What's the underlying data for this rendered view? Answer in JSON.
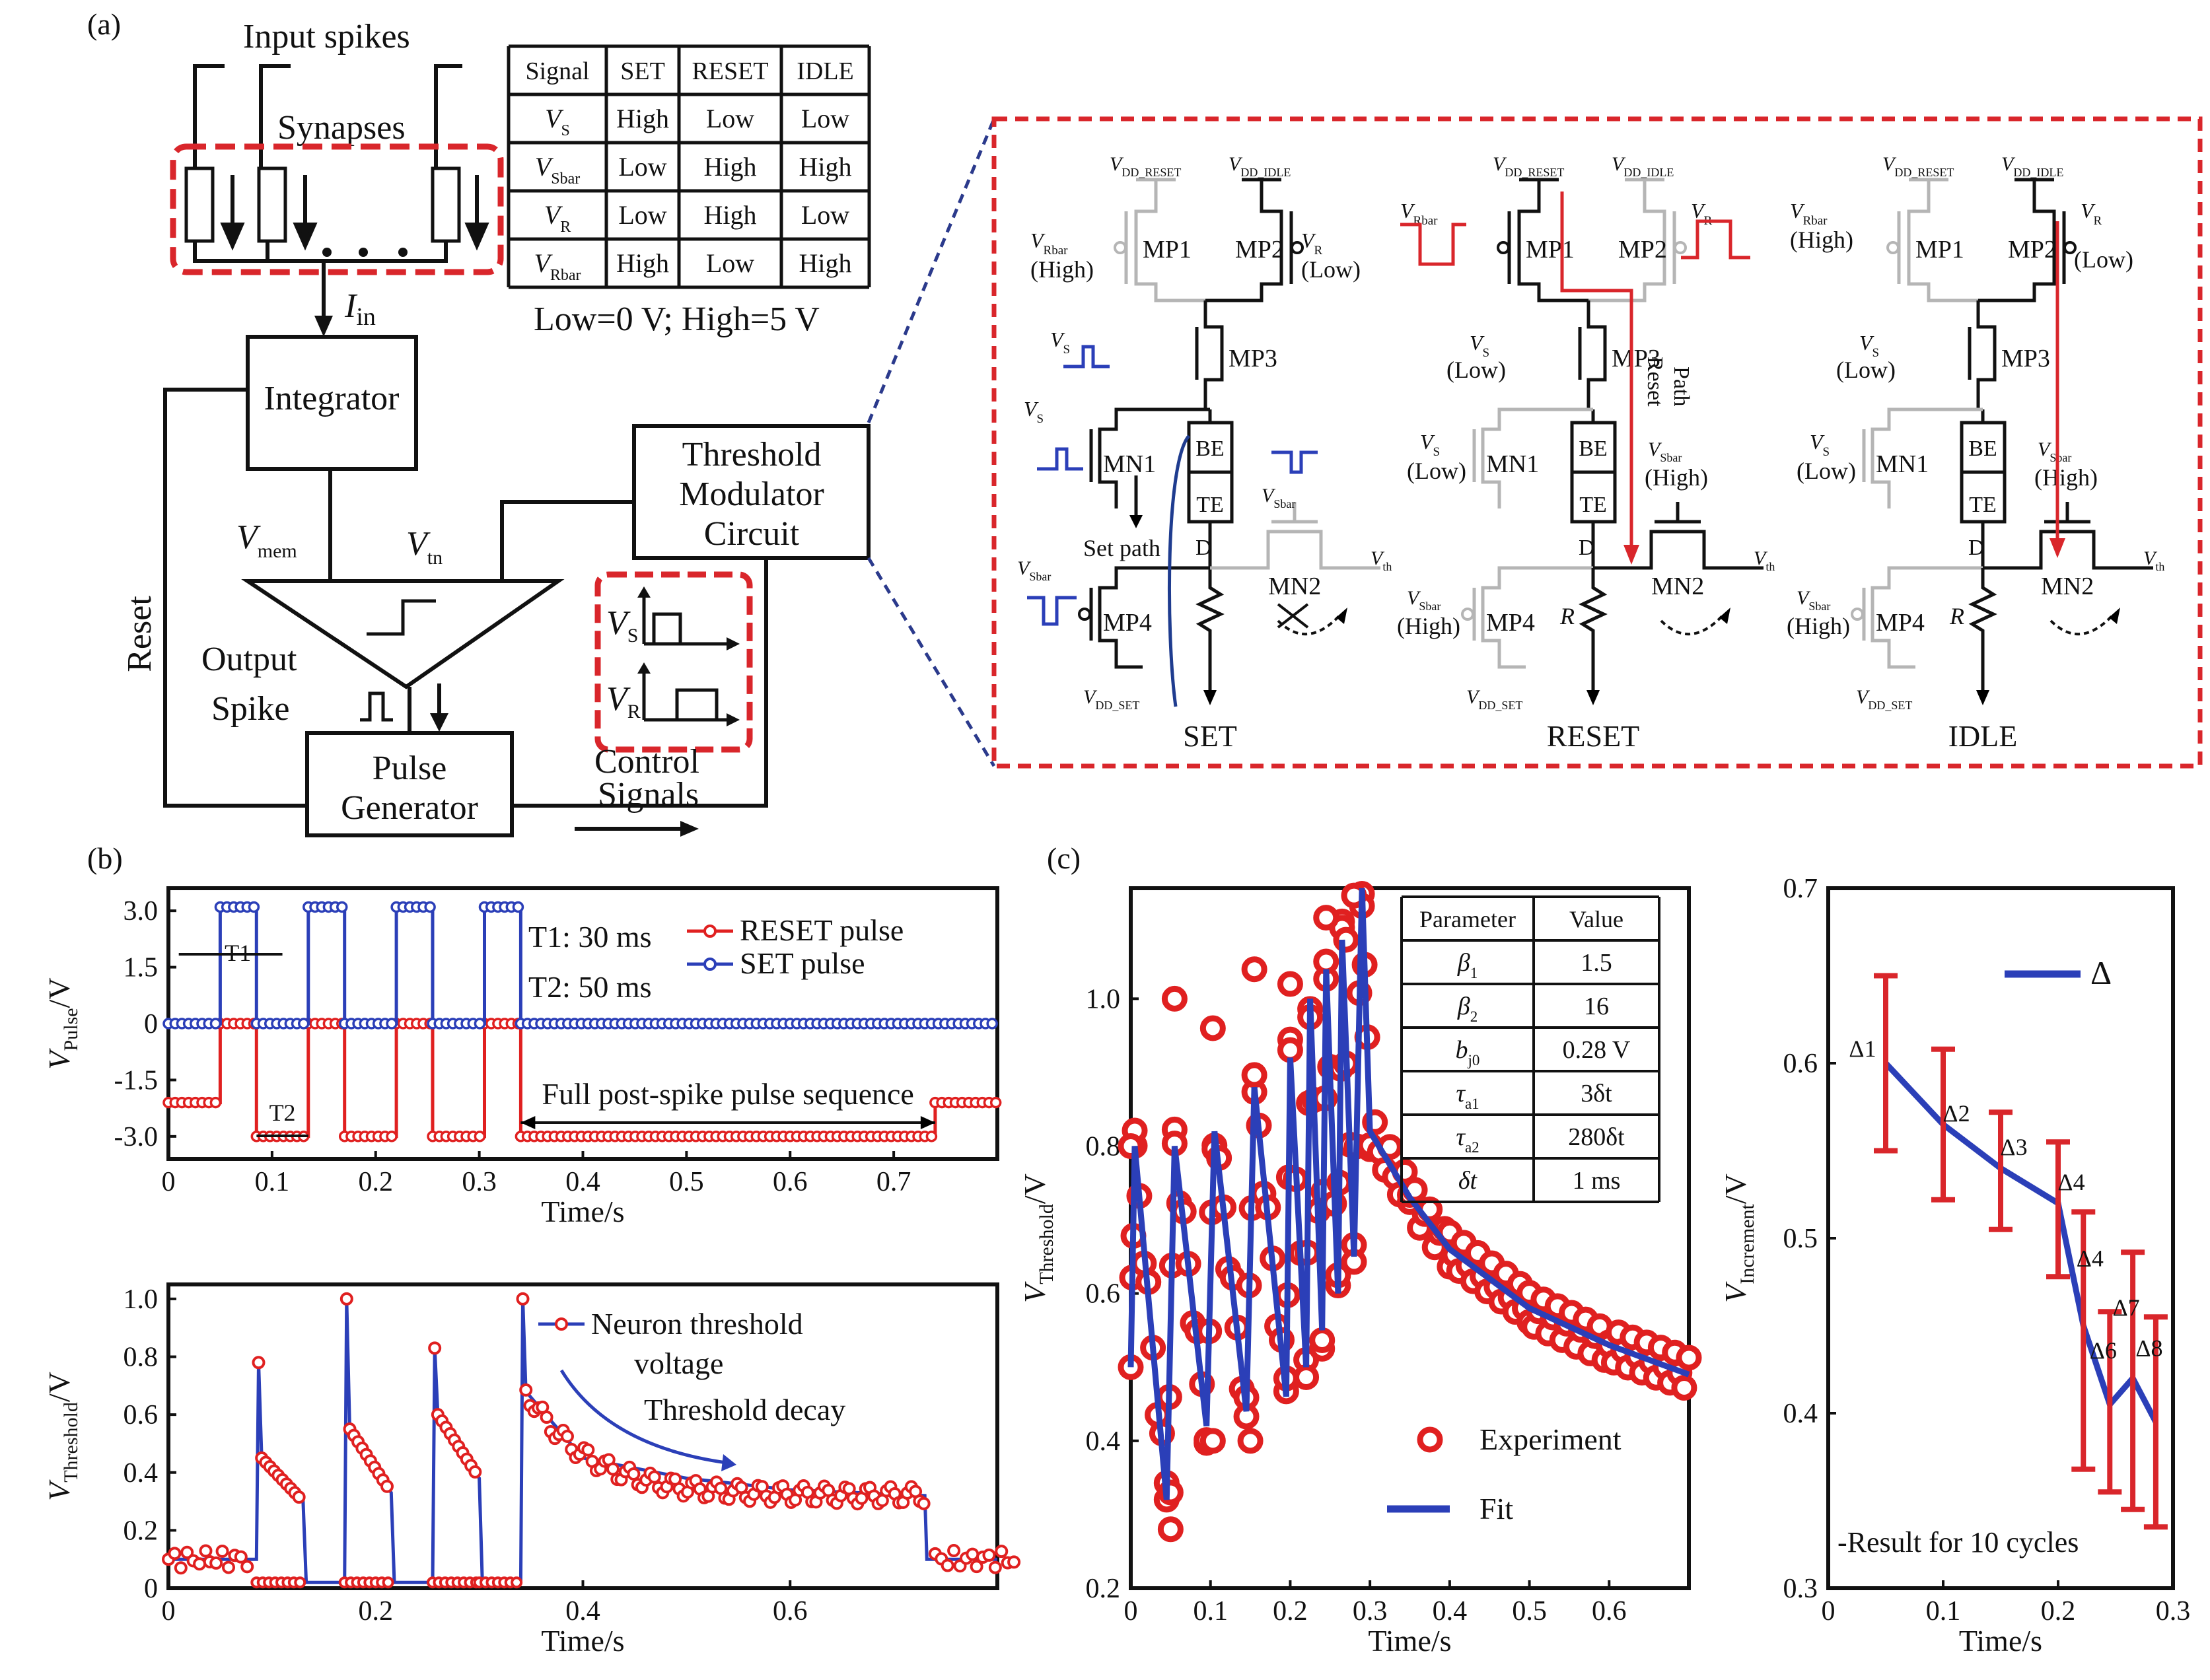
{
  "panel_labels": {
    "a": "(a)",
    "b": "(b)",
    "c": "(c)"
  },
  "block": {
    "input_spikes": "Input spikes",
    "synapses": "Synapses",
    "iin": "I",
    "iin_sub": "in",
    "integrator": "Integrator",
    "threshold_modulator": [
      "Threshold",
      "Modulator",
      "Circuit"
    ],
    "vmem": "V",
    "vmem_sub": "mem",
    "vtn": "V",
    "vtn_sub": "tn",
    "reset": "Reset",
    "output_spike": [
      "Output",
      "Spike"
    ],
    "pulse_generator": [
      "Pulse",
      "Generator"
    ],
    "control_signals": [
      "Control",
      "Signals"
    ],
    "vs": "V",
    "vs_sub": "S",
    "vr": "V",
    "vr_sub": "R",
    "legend_note": "Low=0 V; High=5 V"
  },
  "signal_table": {
    "headers": [
      "Signal",
      "SET",
      "RESET",
      "IDLE"
    ],
    "rows": [
      {
        "sig": "V",
        "sub": "S",
        "vals": [
          "High",
          "Low",
          "Low"
        ]
      },
      {
        "sig": "V",
        "sub": "Sbar",
        "vals": [
          "Low",
          "High",
          "High"
        ]
      },
      {
        "sig": "V",
        "sub": "R",
        "vals": [
          "Low",
          "High",
          "Low"
        ]
      },
      {
        "sig": "V",
        "sub": "Rbar",
        "vals": [
          "High",
          "Low",
          "High"
        ]
      }
    ]
  },
  "circuits": {
    "titles": [
      "SET",
      "RESET",
      "IDLE"
    ],
    "vdd_reset": "V",
    "vdd_reset_sub": "DD_RESET",
    "vdd_idle_sub": "DD_IDLE",
    "vdd_set_sub": "DD_SET",
    "mp1": "MP1",
    "mp2": "MP2",
    "mp3": "MP3",
    "mp4": "MP4",
    "mn1": "MN1",
    "mn2": "MN2",
    "be": "BE",
    "te": "TE",
    "d": "D",
    "r": "R",
    "vth_sub": "th",
    "rbar_sub": "Rbar",
    "sbar_sub": "Sbar",
    "high": "(High)",
    "low": "(Low)",
    "set_path": "Set path",
    "reset_path": [
      "Reset",
      "Path"
    ]
  },
  "chart_data": [
    {
      "type": "line",
      "id": "b-top",
      "xlabel": "Time/s",
      "ylabel": "V",
      "ylabel_sub": "Pulse",
      "ylabel_unit": "/V",
      "xlim": [
        0,
        0.8
      ],
      "ylim": [
        -3.6,
        3.6
      ],
      "xticks": [
        "0",
        "0.1",
        "0.2",
        "0.3",
        "0.4",
        "0.5",
        "0.6",
        "0.7"
      ],
      "yticks": [
        "3.0",
        "1.5",
        "0",
        "-1.5",
        "-3.0"
      ],
      "legend": [
        "RESET pulse",
        "SET pulse"
      ],
      "annotations": [
        "T1: 30 ms",
        "T2: 50 ms",
        "T1",
        "T2",
        "Full post-spike pulse sequence"
      ],
      "series": [
        {
          "name": "RESET pulse",
          "color": "#e02020",
          "points": [
            [
              0.0,
              -2.1
            ],
            [
              0.05,
              -2.1
            ],
            [
              0.05,
              0
            ],
            [
              0.085,
              0
            ],
            [
              0.085,
              -3.0
            ],
            [
              0.135,
              -3.0
            ],
            [
              0.135,
              0
            ],
            [
              0.17,
              0
            ],
            [
              0.17,
              -3.0
            ],
            [
              0.22,
              -3.0
            ],
            [
              0.22,
              0
            ],
            [
              0.255,
              0
            ],
            [
              0.255,
              -3.0
            ],
            [
              0.305,
              -3.0
            ],
            [
              0.305,
              0
            ],
            [
              0.34,
              0
            ],
            [
              0.34,
              -3.0
            ],
            [
              0.74,
              -3.0
            ],
            [
              0.74,
              -2.1
            ],
            [
              0.8,
              -2.1
            ]
          ]
        },
        {
          "name": "SET pulse",
          "color": "#2b3fb8",
          "points": [
            [
              0.0,
              0
            ],
            [
              0.05,
              0
            ],
            [
              0.05,
              3.1
            ],
            [
              0.085,
              3.1
            ],
            [
              0.085,
              0
            ],
            [
              0.135,
              0
            ],
            [
              0.135,
              3.1
            ],
            [
              0.17,
              3.1
            ],
            [
              0.17,
              0
            ],
            [
              0.22,
              0
            ],
            [
              0.22,
              3.1
            ],
            [
              0.255,
              3.1
            ],
            [
              0.255,
              0
            ],
            [
              0.305,
              0
            ],
            [
              0.305,
              3.1
            ],
            [
              0.34,
              3.1
            ],
            [
              0.34,
              0
            ],
            [
              0.8,
              0
            ]
          ]
        }
      ]
    },
    {
      "type": "line",
      "id": "b-bottom",
      "xlabel": "Time/s",
      "ylabel": "V",
      "ylabel_sub": "Threshold",
      "ylabel_unit": "/V",
      "xlim": [
        0,
        0.8
      ],
      "ylim": [
        0,
        1.05
      ],
      "xticks": [
        "0",
        "0.2",
        "0.4",
        "0.6"
      ],
      "yticks": [
        "0",
        "0.2",
        "0.4",
        "0.6",
        "0.8",
        "1.0"
      ],
      "legend": [
        "Neuron threshold",
        "voltage"
      ],
      "annotations": [
        "Threshold decay"
      ],
      "series": [
        {
          "name": "Neuron threshold voltage",
          "color": "#2b3fb8",
          "points": [
            [
              0.0,
              0.1
            ],
            [
              0.085,
              0.1
            ],
            [
              0.087,
              0.78
            ],
            [
              0.09,
              0.45
            ],
            [
              0.13,
              0.3
            ],
            [
              0.133,
              0.02
            ],
            [
              0.17,
              0.02
            ],
            [
              0.172,
              1.0
            ],
            [
              0.175,
              0.55
            ],
            [
              0.215,
              0.33
            ],
            [
              0.218,
              0.02
            ],
            [
              0.255,
              0.02
            ],
            [
              0.257,
              0.83
            ],
            [
              0.26,
              0.6
            ],
            [
              0.3,
              0.38
            ],
            [
              0.303,
              0.02
            ],
            [
              0.34,
              0.02
            ],
            [
              0.342,
              1.0
            ],
            [
              0.345,
              0.68
            ],
            [
              0.4,
              0.45
            ],
            [
              0.5,
              0.38
            ],
            [
              0.6,
              0.34
            ],
            [
              0.73,
              0.32
            ],
            [
              0.732,
              0.1
            ],
            [
              0.8,
              0.1
            ]
          ]
        }
      ]
    },
    {
      "type": "scatter",
      "id": "c-left",
      "xlabel": "Time/s",
      "ylabel": "V",
      "ylabel_sub": "Threshold",
      "ylabel_unit": "/V",
      "xlim": [
        0,
        0.7
      ],
      "ylim": [
        0.2,
        1.15
      ],
      "xticks": [
        "0",
        "0.1",
        "0.2",
        "0.3",
        "0.4",
        "0.5",
        "0.6"
      ],
      "yticks": [
        "0.2",
        "0.4",
        "0.6",
        "0.8",
        "1.0"
      ],
      "legend": [
        "Experiment",
        "Fit"
      ],
      "param_table": {
        "headers": [
          "Parameter",
          "Value"
        ],
        "rows": [
          {
            "p": "β",
            "sub": "1",
            "v": "1.5"
          },
          {
            "p": "β",
            "sub": "2",
            "v": "16"
          },
          {
            "p": "b",
            "sub": "j0",
            "v": "0.28 V"
          },
          {
            "p": "τ",
            "sub": "a1",
            "v": "3δt"
          },
          {
            "p": "τ",
            "sub": "a2",
            "v": "280δt"
          },
          {
            "p": "δt",
            "sub": "",
            "v": "1 ms"
          }
        ]
      },
      "experiment_highlights": [
        [
          0.0,
          0.8
        ],
        [
          0.055,
          1.0
        ],
        [
          0.103,
          0.96
        ],
        [
          0.155,
          1.04
        ],
        [
          0.2,
          1.02
        ],
        [
          0.245,
          1.11
        ],
        [
          0.27,
          1.08
        ],
        [
          0.28,
          1.14
        ],
        [
          0.05,
          0.28
        ],
        [
          0.05,
          0.33
        ],
        [
          0.103,
          0.4
        ],
        [
          0.15,
          0.4
        ]
      ],
      "fit_peaks": [
        [
          0.005,
          0.8
        ],
        [
          0.055,
          0.8
        ],
        [
          0.105,
          0.82
        ],
        [
          0.155,
          0.88
        ],
        [
          0.2,
          0.92
        ],
        [
          0.225,
          1.0
        ],
        [
          0.245,
          1.04
        ],
        [
          0.265,
          1.08
        ],
        [
          0.29,
          1.15
        ]
      ],
      "fit_troughs": [
        [
          0.045,
          0.32
        ],
        [
          0.095,
          0.42
        ],
        [
          0.145,
          0.44
        ],
        [
          0.195,
          0.46
        ],
        [
          0.22,
          0.5
        ],
        [
          0.24,
          0.55
        ],
        [
          0.26,
          0.6
        ],
        [
          0.28,
          0.65
        ]
      ],
      "decay": [
        [
          0.3,
          0.82
        ],
        [
          0.35,
          0.73
        ],
        [
          0.4,
          0.66
        ],
        [
          0.5,
          0.58
        ],
        [
          0.6,
          0.53
        ],
        [
          0.7,
          0.49
        ]
      ]
    },
    {
      "type": "line",
      "id": "c-right",
      "xlabel": "Time/s",
      "ylabel": "V",
      "ylabel_sub": "Increment",
      "ylabel_unit": "/V",
      "xlim": [
        0,
        0.3
      ],
      "ylim": [
        0.3,
        0.7
      ],
      "xticks": [
        "0",
        "0.1",
        "0.2",
        "0.3"
      ],
      "yticks": [
        "0.3",
        "0.4",
        "0.5",
        "0.6",
        "0.7"
      ],
      "legend": [
        "Δ"
      ],
      "note": "-Result for 10 cycles",
      "point_labels": [
        "Δ1",
        "Δ2",
        "Δ3",
        "Δ4",
        "Δ4",
        "Δ6",
        "Δ7",
        "Δ8"
      ],
      "points": [
        [
          0.05,
          0.6
        ],
        [
          0.1,
          0.565
        ],
        [
          0.15,
          0.54
        ],
        [
          0.2,
          0.52
        ],
        [
          0.222,
          0.45
        ],
        [
          0.245,
          0.405
        ],
        [
          0.265,
          0.42
        ],
        [
          0.285,
          0.395
        ]
      ],
      "err": [
        [
          0.05,
          0.55,
          0.65
        ],
        [
          0.1,
          0.522,
          0.608
        ],
        [
          0.15,
          0.505,
          0.572
        ],
        [
          0.2,
          0.478,
          0.555
        ],
        [
          0.222,
          0.368,
          0.515
        ],
        [
          0.245,
          0.355,
          0.458
        ],
        [
          0.265,
          0.345,
          0.492
        ],
        [
          0.285,
          0.335,
          0.455
        ]
      ]
    }
  ]
}
